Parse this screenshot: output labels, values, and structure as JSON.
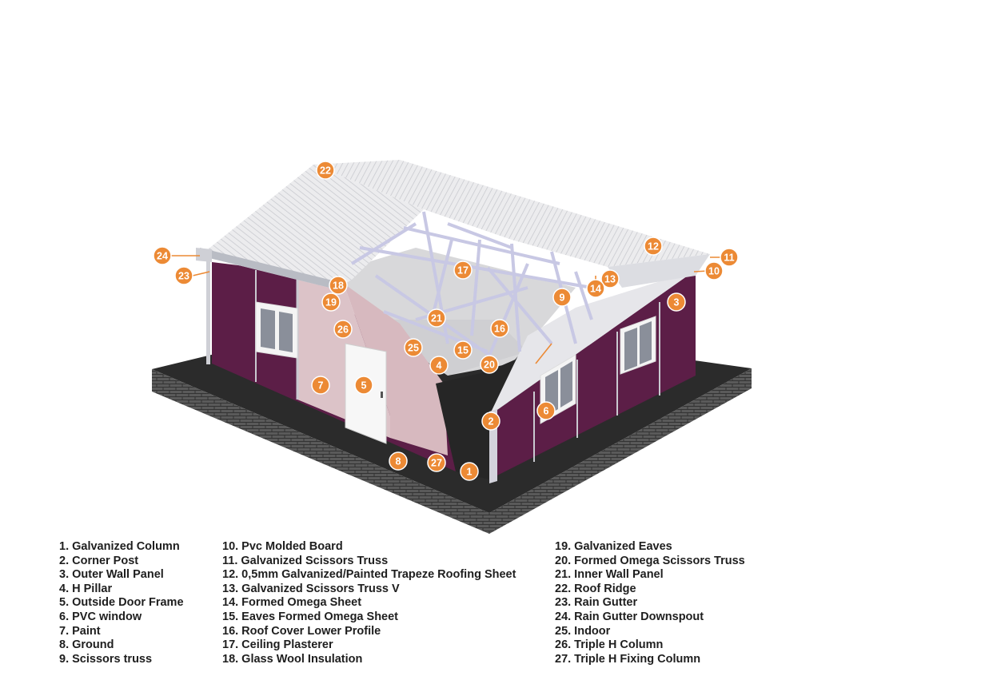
{
  "legend": {
    "col1": [
      "1. Galvanized Column",
      "2. Corner Post",
      "3. Outer Wall Panel",
      "4. H Pillar",
      "5. Outside Door Frame",
      "6. PVC window",
      "7. Paint",
      "8. Ground",
      "9. Scissors truss"
    ],
    "col2": [
      "10. Pvc Molded Board",
      "11. Galvanized Scissors Truss",
      "12. 0,5mm Galvanized/Painted Trapeze Roofing Sheet",
      "13. Galvanized Scissors Truss V",
      "14. Formed Omega Sheet",
      "15. Eaves Formed Omega Sheet",
      "16. Roof Cover Lower Profile",
      "17. Ceiling Plasterer",
      "18. Glass Wool Insulation"
    ],
    "col3": [
      "19. Galvanized Eaves",
      "20. Formed Omega Scissors Truss",
      "21. Inner Wall Panel",
      "22. Roof Ridge",
      "23. Rain Gutter",
      "24. Rain Gutter Downspout",
      "25. Indoor",
      "26. Triple H Column",
      "27. Triple H Fixing Column"
    ]
  },
  "markers": [
    "1",
    "2",
    "3",
    "4",
    "5",
    "6",
    "7",
    "8",
    "9",
    "10",
    "11",
    "12",
    "13",
    "14",
    "15",
    "16",
    "17",
    "18",
    "19",
    "20",
    "21",
    "22",
    "23",
    "24",
    "25",
    "26",
    "27"
  ],
  "colors": {
    "marker": "#ec8a35",
    "wall_purple": "#5c1e47",
    "inner_pink": "#dcc3c8",
    "roof": "#e9eaec",
    "base": "#2d2d2d",
    "truss": "#c8c8e4"
  }
}
